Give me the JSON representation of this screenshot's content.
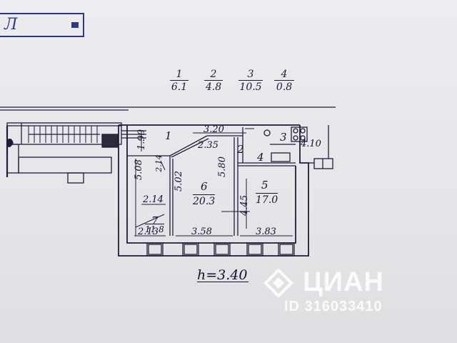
{
  "stamp": {
    "scrawl": "Л"
  },
  "legend": [
    {
      "num": "1",
      "area": "6.1"
    },
    {
      "num": "2",
      "area": "4.8"
    },
    {
      "num": "3",
      "area": "10.5"
    },
    {
      "num": "4",
      "area": "0.8"
    }
  ],
  "rooms": {
    "r1": "1",
    "r2": "2",
    "r3": "3",
    "r4": "4",
    "r5_num": "5",
    "r5_area": "17.0",
    "r6_num": "6",
    "r6_area": "20.3",
    "r7_num": "7",
    "r7_area": "11.8"
  },
  "dims": {
    "d_3_20": "3.20",
    "d_2_35": "2.35",
    "d_1_90": "1.90",
    "d_4_10": "4.10",
    "d_2_14a": "2.14",
    "d_5_08": "5.08",
    "d_5_02": "5.02",
    "d_5_80": "5.80",
    "d_2_14b": "2.14",
    "d_4_45": "4.45",
    "d_2_13": "2.13",
    "d_3_58": "3.58",
    "d_3_83": "3.83"
  },
  "height_label": "h=3.40",
  "watermark": {
    "brand": "ЦИАН",
    "id": "ID 316033410"
  }
}
